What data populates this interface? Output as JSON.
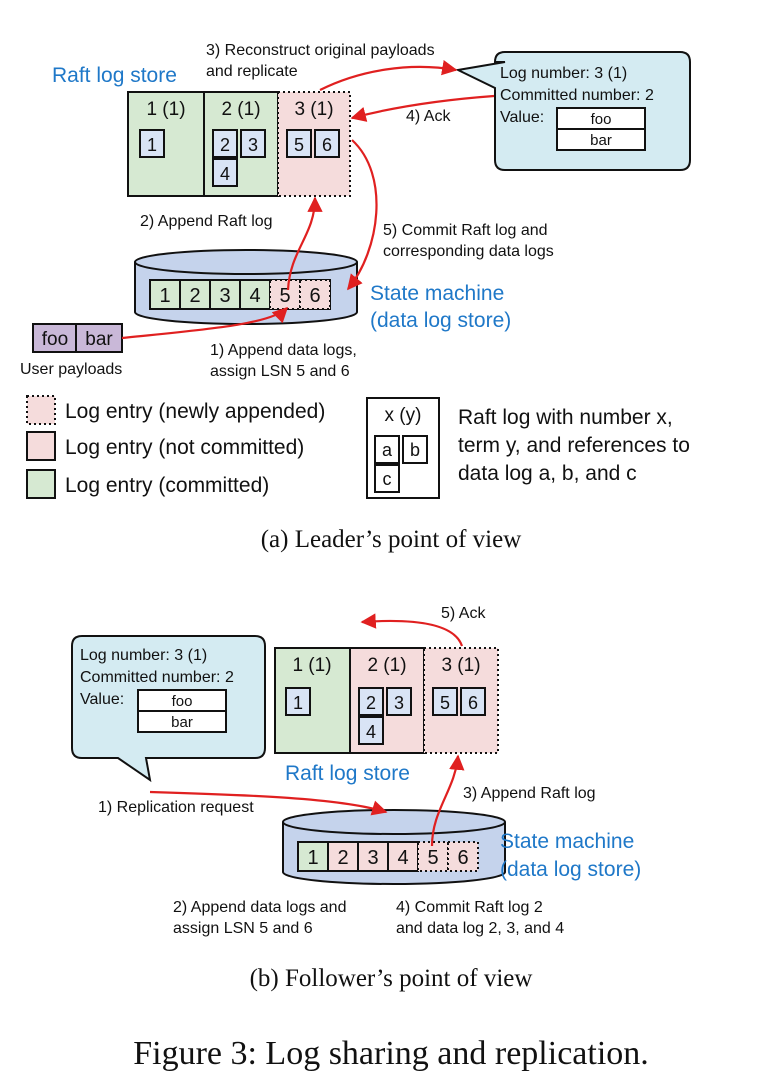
{
  "colors": {
    "committed": "#d6e9d2",
    "not_committed": "#f5dcdc",
    "entry_box": "#d9e4f5",
    "bubble": "#d4ebf2",
    "cylinder": "#c5d3ec",
    "payload": "#c9b8d8",
    "arrow": "#e02020",
    "blue_label": "#1f78c8"
  },
  "leader": {
    "raft_log_store_label": "Raft log store",
    "entries": [
      {
        "header": "1 (1)",
        "refs": [
          "1"
        ]
      },
      {
        "header": "2 (1)",
        "refs": [
          "2",
          "3",
          "4"
        ]
      },
      {
        "header": "3 (1)",
        "refs": [
          "5",
          "6"
        ]
      }
    ],
    "step3_line1": "3) Reconstruct original payloads",
    "step3_line2": "and replicate",
    "step4": "4) Ack",
    "bubble": {
      "log_number": "Log number: 3 (1)",
      "committed_number": "Committed number: 2",
      "value_label": "Value:",
      "values": [
        "foo",
        "bar"
      ]
    },
    "step2": "2) Append Raft log",
    "step5_line1": "5) Commit Raft log and",
    "step5_line2": "corresponding data logs",
    "data_logs": [
      "1",
      "2",
      "3",
      "4",
      "5",
      "6"
    ],
    "state_machine_line1": "State machine",
    "state_machine_line2": "(data log store)",
    "user_payloads": [
      "foo",
      "bar"
    ],
    "user_payloads_label": "User payloads",
    "step1_line1": "1) Append data logs,",
    "step1_line2": "assign LSN 5 and 6"
  },
  "legend": {
    "newly_appended": "Log entry (newly appended)",
    "not_committed": "Log entry (not committed)",
    "committed": "Log entry (committed)",
    "sample_header": "x (y)",
    "sample_refs": [
      "a",
      "b",
      "c"
    ],
    "desc_line1": "Raft log with number x,",
    "desc_line2": "term y, and references to",
    "desc_line3": "data log a, b, and c"
  },
  "caption_a": "(a)  Leader’s point of view",
  "follower": {
    "step5": "5) Ack",
    "bubble": {
      "log_number": "Log number: 3 (1)",
      "committed_number": "Committed number: 2",
      "value_label": "Value:",
      "values": [
        "foo",
        "bar"
      ]
    },
    "entries": [
      {
        "header": "1 (1)",
        "refs": [
          "1"
        ]
      },
      {
        "header": "2 (1)",
        "refs": [
          "2",
          "3",
          "4"
        ]
      },
      {
        "header": "3 (1)",
        "refs": [
          "5",
          "6"
        ]
      }
    ],
    "raft_log_store_label": "Raft log store",
    "step3": "3) Append Raft log",
    "step1": "1) Replication request",
    "data_logs": [
      "1",
      "2",
      "3",
      "4",
      "5",
      "6"
    ],
    "state_machine_line1": "State machine",
    "state_machine_line2": "(data log store)",
    "step2_line1": "2) Append data logs and",
    "step2_line2": "assign LSN 5 and 6",
    "step4_line1": "4) Commit Raft log 2",
    "step4_line2": "and data log 2, 3, and 4"
  },
  "caption_b": "(b)  Follower’s point of view",
  "figure_caption": "Figure 3: Log sharing and replication."
}
